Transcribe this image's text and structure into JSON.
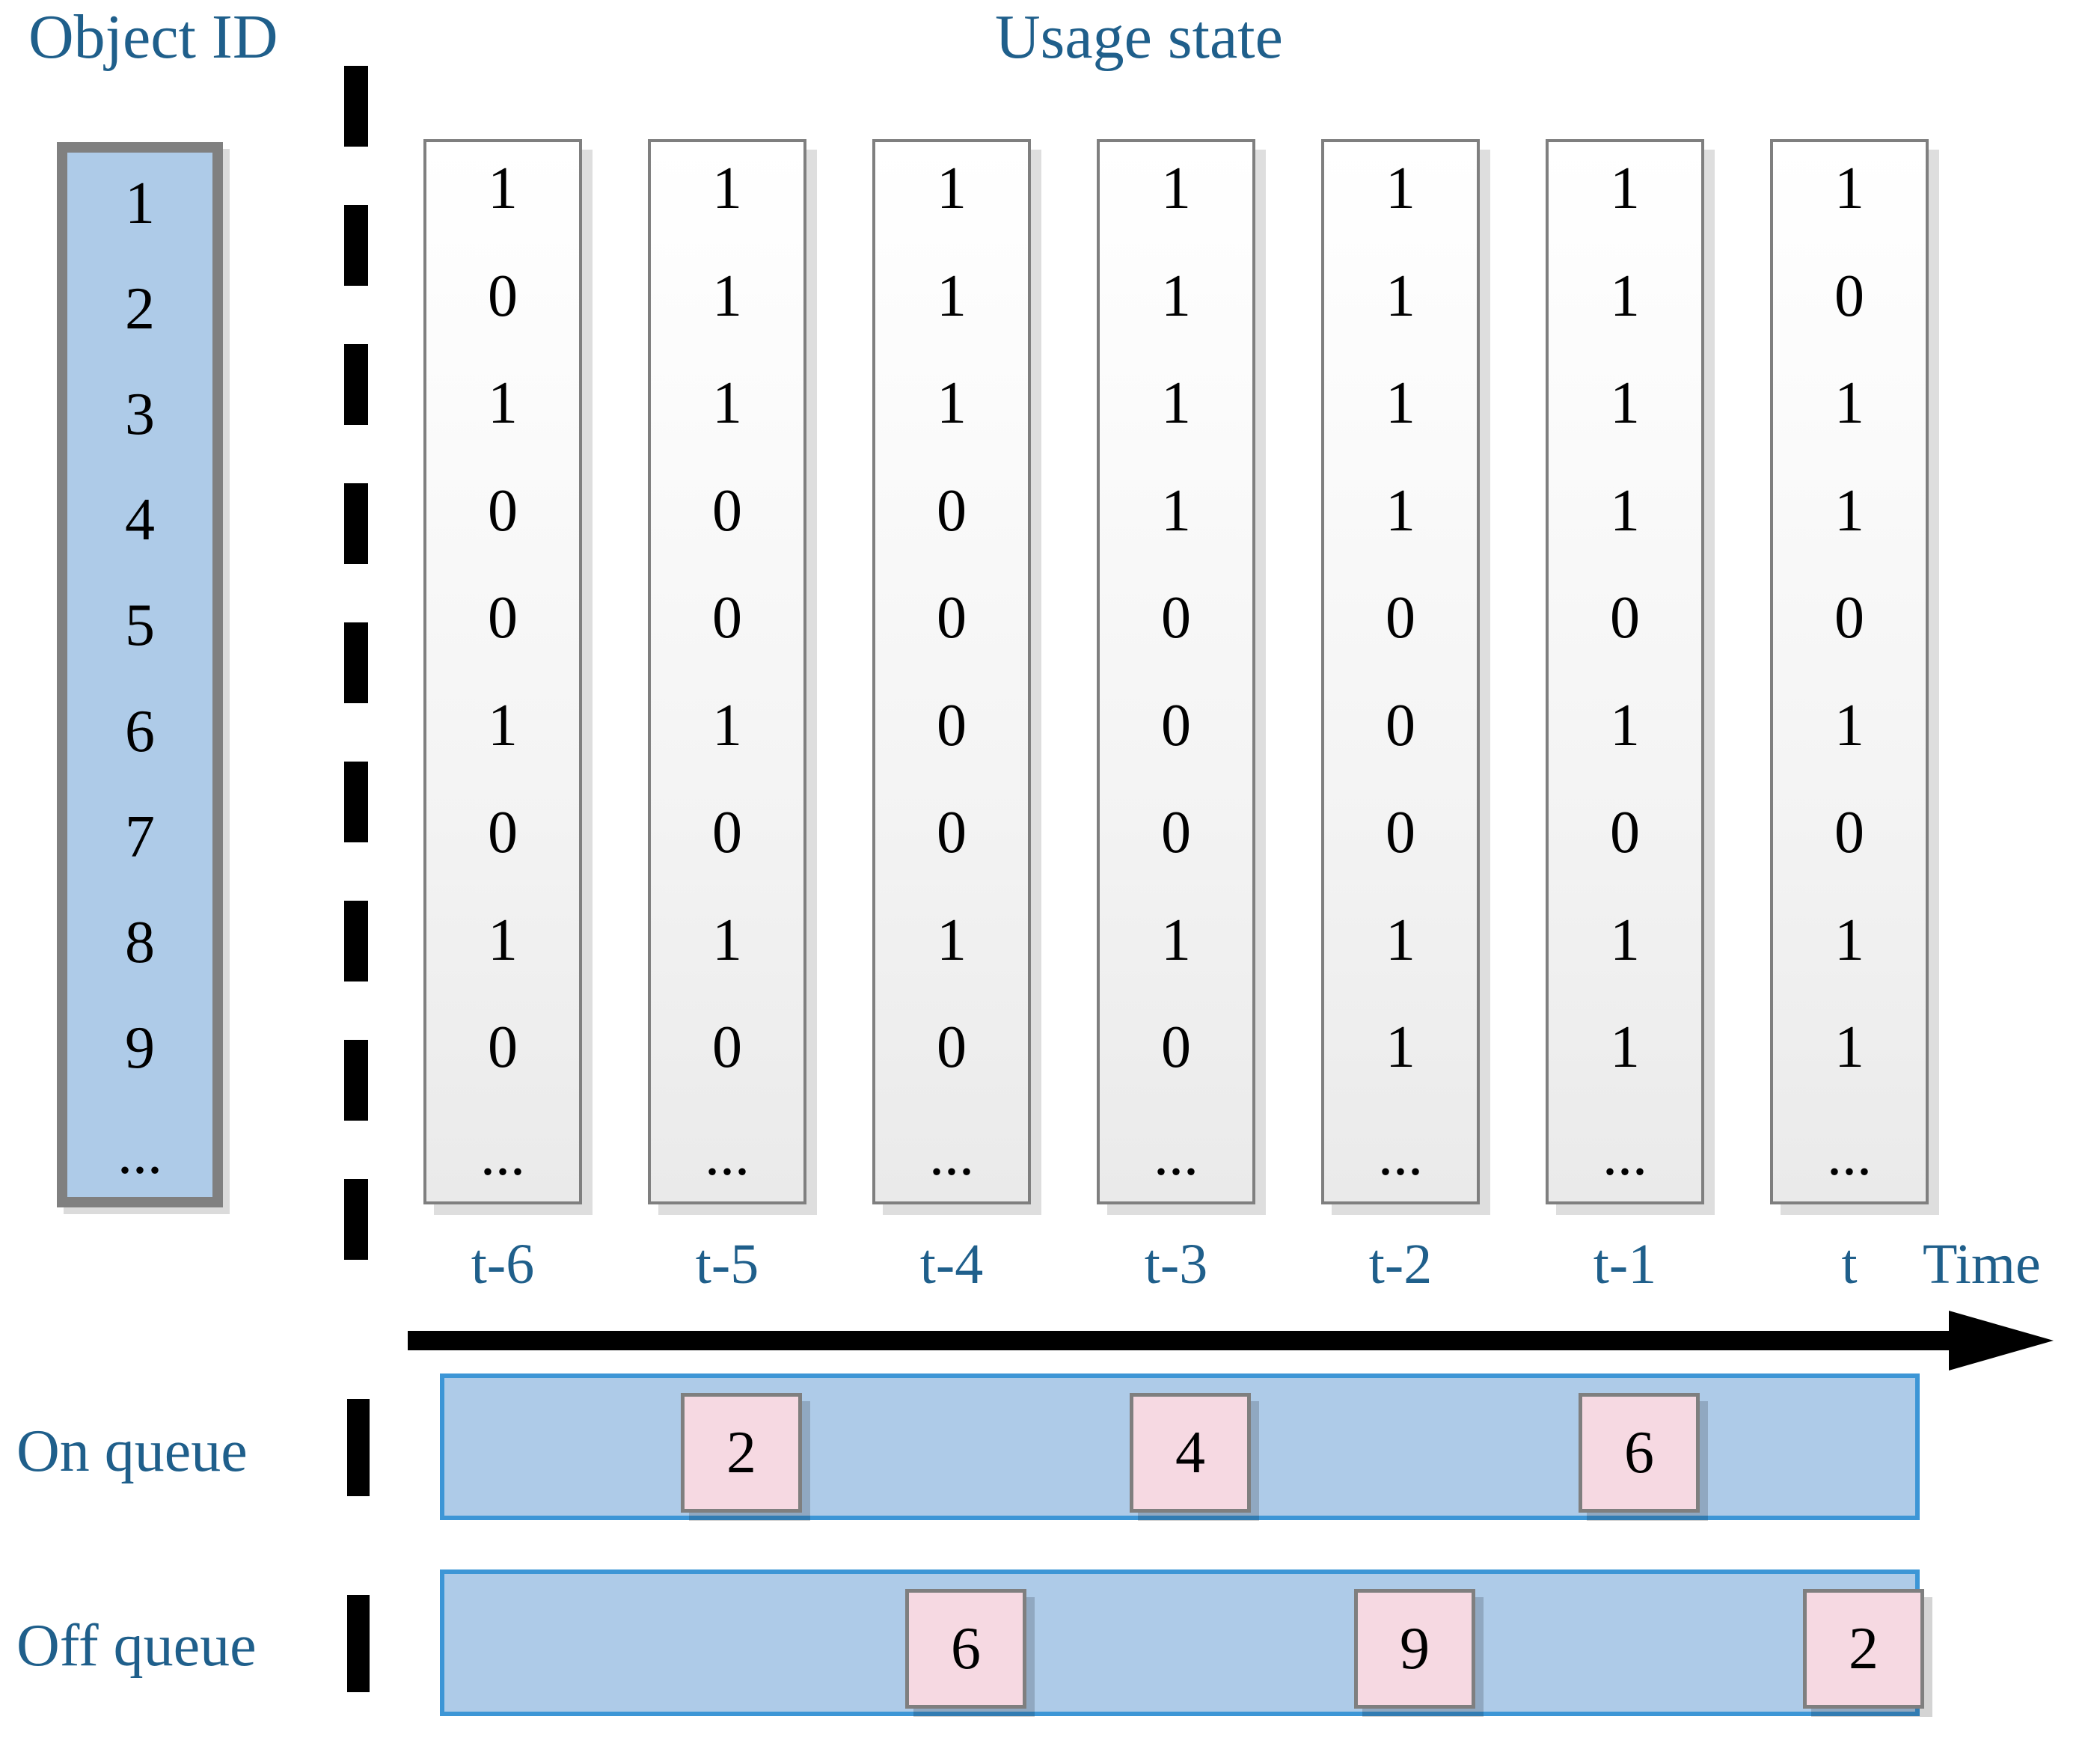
{
  "titles": {
    "object_id": "Object ID",
    "usage_state": "Usage state",
    "time_axis": "Time"
  },
  "object_ids": [
    "1",
    "2",
    "3",
    "4",
    "5",
    "6",
    "7",
    "8",
    "9",
    "..."
  ],
  "time_ticks": [
    "t-6",
    "t-5",
    "t-4",
    "t-3",
    "t-2",
    "t-1",
    "t"
  ],
  "usage_state_columns": [
    {
      "time": "t-6",
      "values": [
        "1",
        "0",
        "1",
        "0",
        "0",
        "1",
        "0",
        "1",
        "0",
        "..."
      ]
    },
    {
      "time": "t-5",
      "values": [
        "1",
        "1",
        "1",
        "0",
        "0",
        "1",
        "0",
        "1",
        "0",
        "..."
      ]
    },
    {
      "time": "t-4",
      "values": [
        "1",
        "1",
        "1",
        "0",
        "0",
        "0",
        "0",
        "1",
        "0",
        "..."
      ]
    },
    {
      "time": "t-3",
      "values": [
        "1",
        "1",
        "1",
        "1",
        "0",
        "0",
        "0",
        "1",
        "0",
        "..."
      ]
    },
    {
      "time": "t-2",
      "values": [
        "1",
        "1",
        "1",
        "1",
        "0",
        "0",
        "0",
        "1",
        "1",
        "..."
      ]
    },
    {
      "time": "t-1",
      "values": [
        "1",
        "1",
        "1",
        "1",
        "0",
        "1",
        "0",
        "1",
        "1",
        "..."
      ]
    },
    {
      "time": "t",
      "values": [
        "1",
        "0",
        "1",
        "1",
        "0",
        "1",
        "0",
        "1",
        "1",
        "..."
      ]
    }
  ],
  "queues": {
    "on": {
      "label": "On queue",
      "items": [
        {
          "id": "2",
          "slot": 1
        },
        {
          "id": "4",
          "slot": 3
        },
        {
          "id": "6",
          "slot": 5
        }
      ]
    },
    "off": {
      "label": "Off queue",
      "items": [
        {
          "id": "6",
          "slot": 2
        },
        {
          "id": "9",
          "slot": 4
        },
        {
          "id": "2",
          "slot": 6
        }
      ]
    }
  },
  "colors": {
    "heading_blue": "#1f5f8b",
    "object_id_fill": "#aecbe8",
    "object_id_border": "#808080",
    "usage_col_border": "#7f7f7f",
    "queue_bar_fill": "#aecbe8",
    "queue_bar_border": "#3d96d6",
    "queue_item_fill": "#f6d9e2",
    "queue_item_border": "#7f7f7f",
    "divider": "#000000"
  }
}
